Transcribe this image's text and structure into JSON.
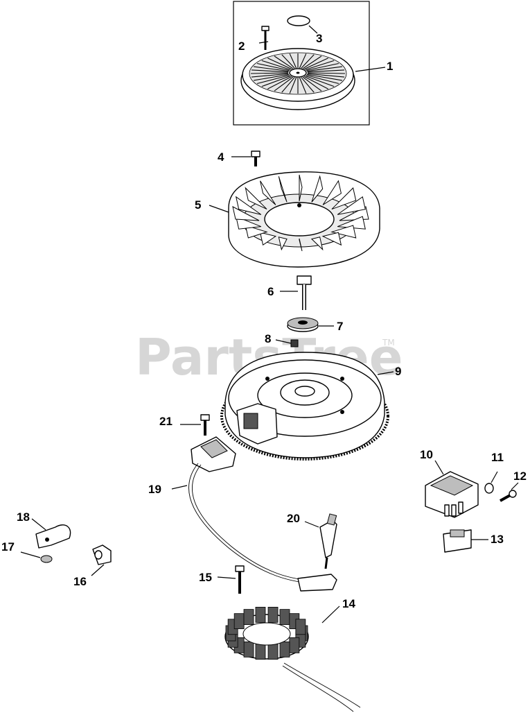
{
  "watermark": {
    "text": "PartsTree",
    "trademark": "TM"
  },
  "callouts": [
    {
      "id": "1",
      "label": "1"
    },
    {
      "id": "2",
      "label": "2"
    },
    {
      "id": "3",
      "label": "3"
    },
    {
      "id": "4",
      "label": "4"
    },
    {
      "id": "5",
      "label": "5"
    },
    {
      "id": "6",
      "label": "6"
    },
    {
      "id": "7",
      "label": "7"
    },
    {
      "id": "8",
      "label": "8"
    },
    {
      "id": "9",
      "label": "9"
    },
    {
      "id": "10",
      "label": "10"
    },
    {
      "id": "11",
      "label": "11"
    },
    {
      "id": "12",
      "label": "12"
    },
    {
      "id": "13",
      "label": "13"
    },
    {
      "id": "14",
      "label": "14"
    },
    {
      "id": "15",
      "label": "15"
    },
    {
      "id": "16",
      "label": "16"
    },
    {
      "id": "17",
      "label": "17"
    },
    {
      "id": "18",
      "label": "18"
    },
    {
      "id": "19",
      "label": "19"
    },
    {
      "id": "20",
      "label": "20"
    },
    {
      "id": "21",
      "label": "21"
    }
  ],
  "colors": {
    "line": "#000000",
    "background": "#ffffff",
    "watermark": "#d6d6d6"
  }
}
